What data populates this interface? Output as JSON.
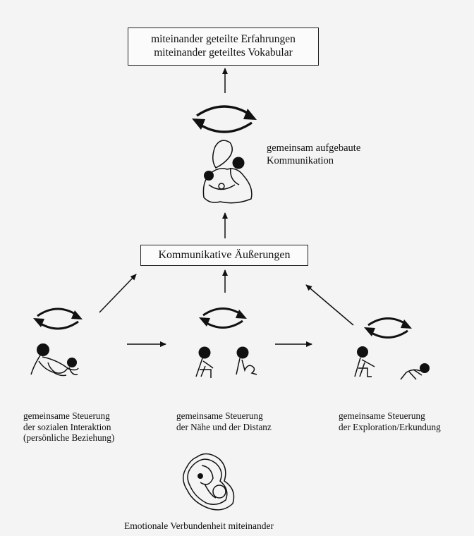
{
  "top_box": {
    "line1": "miteinander geteilte Erfahrungen",
    "line2": "miteinander geteiltes Vokabular"
  },
  "middle_box": {
    "label": "Kommunikative Äußerungen"
  },
  "communication_label": {
    "line1": "gemeinsam aufgebaute",
    "line2": "Kommunikation"
  },
  "left_label": {
    "line1": "gemeinsame Steuerung",
    "line2": "der sozialen Interaktion",
    "line3": "(persönliche Beziehung)"
  },
  "center_label": {
    "line1": "gemeinsame Steuerung",
    "line2": "der Nähe und der Distanz"
  },
  "right_label": {
    "line1": "gemeinsame Steuerung",
    "line2": "der Exploration/Erkundung"
  },
  "bottom_label": {
    "text": "Emotionale Verbundenheit miteinander"
  },
  "colors": {
    "background": "#f4f4f4",
    "ink": "#111111"
  }
}
